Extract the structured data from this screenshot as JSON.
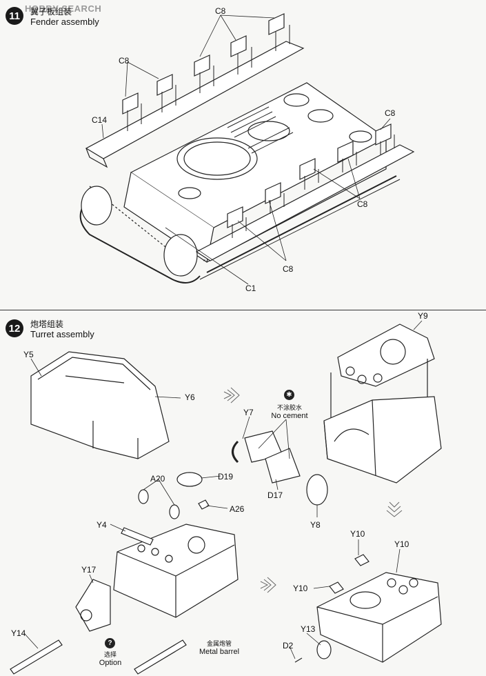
{
  "watermark": "HOBBY SEARCH",
  "step11": {
    "number": "11",
    "title_cn": "翼子板组装",
    "title_en": "Fender assembly",
    "labels": [
      "C8",
      "C8",
      "C14",
      "C8",
      "C8",
      "C8",
      "C1"
    ]
  },
  "step12": {
    "number": "12",
    "title_cn": "炮塔组装",
    "title_en": "Turret assembly",
    "labels": {
      "y5": "Y5",
      "y6": "Y6",
      "y9": "Y9",
      "y7": "Y7",
      "d17": "D17",
      "y8": "Y8",
      "a20": "A20",
      "d19": "D19",
      "a26": "A26",
      "y4": "Y4",
      "y17": "Y17",
      "y14": "Y14",
      "y10a": "Y10",
      "y10b": "Y10",
      "y10c": "Y10",
      "y13": "Y13",
      "d2": "D2"
    },
    "no_cement_cn": "不涂胶水",
    "no_cement_en": "No cement",
    "option_cn": "选择",
    "option_en": "Option",
    "metal_barrel_cn": "金属炮管",
    "metal_barrel_en": "Metal barrel"
  },
  "icons": {
    "no_cement": "no-glue-icon",
    "option": "question-icon",
    "arrow_right": "arrow-right-icon",
    "arrow_down": "arrow-down-icon"
  }
}
